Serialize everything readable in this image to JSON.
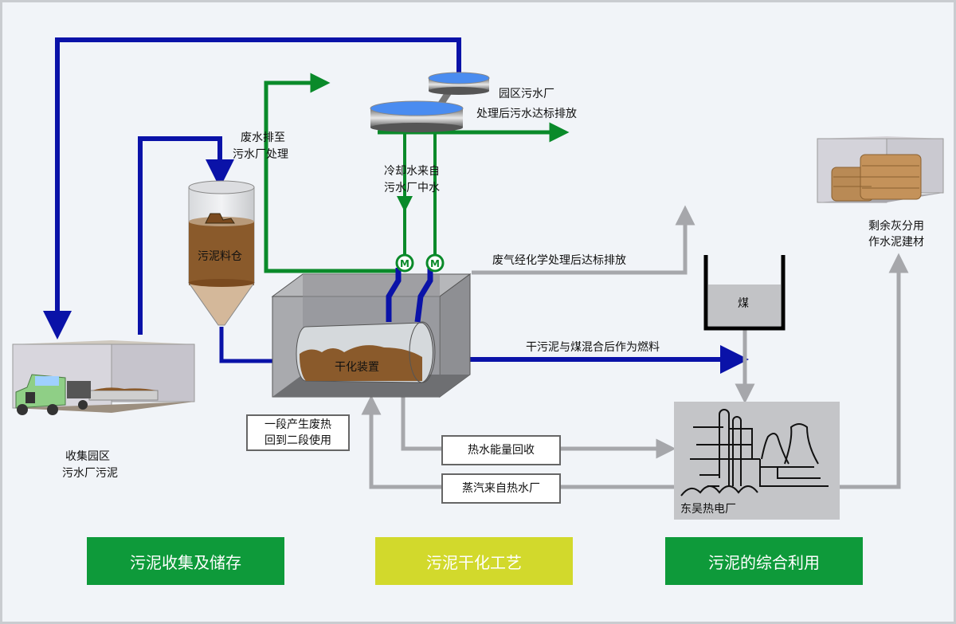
{
  "colors": {
    "blue_flow": "#0a12a8",
    "green_flow": "#0a8a2a",
    "gray_flow": "#a6a7ab",
    "sludge": "#8a5a2b",
    "water_surface": "#4a8cf0",
    "section_green": "#0e9a3a",
    "section_yellow": "#d2d92c"
  },
  "labels": {
    "wwtp": "园区污水厂",
    "wwtp_discharge": "处理后污水达标排放",
    "wastewater_1": "废水排至",
    "wastewater_2": "污水厂处理",
    "cooling_1": "冷却水来自",
    "cooling_2": "污水厂中水",
    "silo": "污泥料仓",
    "dryer": "干化装置",
    "exhaust": "废气经化学处理后达标排放",
    "coal": "煤",
    "mix_fuel": "干污泥与煤混合后作为燃料",
    "ash_1": "剩余灰分用",
    "ash_2": "作水泥建材",
    "collect_1": "收集园区",
    "collect_2": "污水厂污泥",
    "waste_heat_1": "一段产生废热",
    "waste_heat_2": "回到二段使用",
    "hot_water": "热水能量回收",
    "steam": "蒸汽来自热水厂",
    "power_plant": "东吴热电厂",
    "motor": "M"
  },
  "sections": [
    {
      "label": "污泥收集及储存",
      "color": "#0e9a3a"
    },
    {
      "label": "污泥干化工艺",
      "color": "#d2d92c"
    },
    {
      "label": "污泥的综合利用",
      "color": "#0e9a3a"
    }
  ]
}
